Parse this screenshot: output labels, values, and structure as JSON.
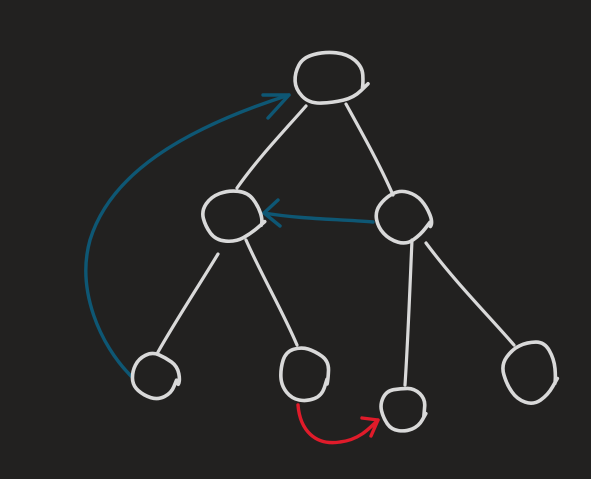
{
  "colors": {
    "background": "#222120",
    "tree": "#d9d9d9",
    "thread_link": "#0e5774",
    "successor_link": "#e01b2a"
  },
  "diagram": {
    "kind": "binary tree with extra pointer links",
    "nodes": [
      {
        "id": "root"
      },
      {
        "id": "left"
      },
      {
        "id": "right"
      },
      {
        "id": "left-left"
      },
      {
        "id": "left-right"
      },
      {
        "id": "right-left"
      },
      {
        "id": "right-right"
      }
    ],
    "edges": [
      {
        "from": "root",
        "to": "left"
      },
      {
        "from": "root",
        "to": "right"
      },
      {
        "from": "left",
        "to": "left-left"
      },
      {
        "from": "left",
        "to": "left-right"
      },
      {
        "from": "right",
        "to": "right-left"
      },
      {
        "from": "right",
        "to": "right-right"
      }
    ],
    "links": [
      {
        "from": "left-left",
        "to": "root",
        "color": "thread_link"
      },
      {
        "from": "right",
        "to": "left",
        "color": "thread_link"
      },
      {
        "from": "left-right",
        "to": "right-left",
        "color": "successor_link"
      }
    ]
  }
}
